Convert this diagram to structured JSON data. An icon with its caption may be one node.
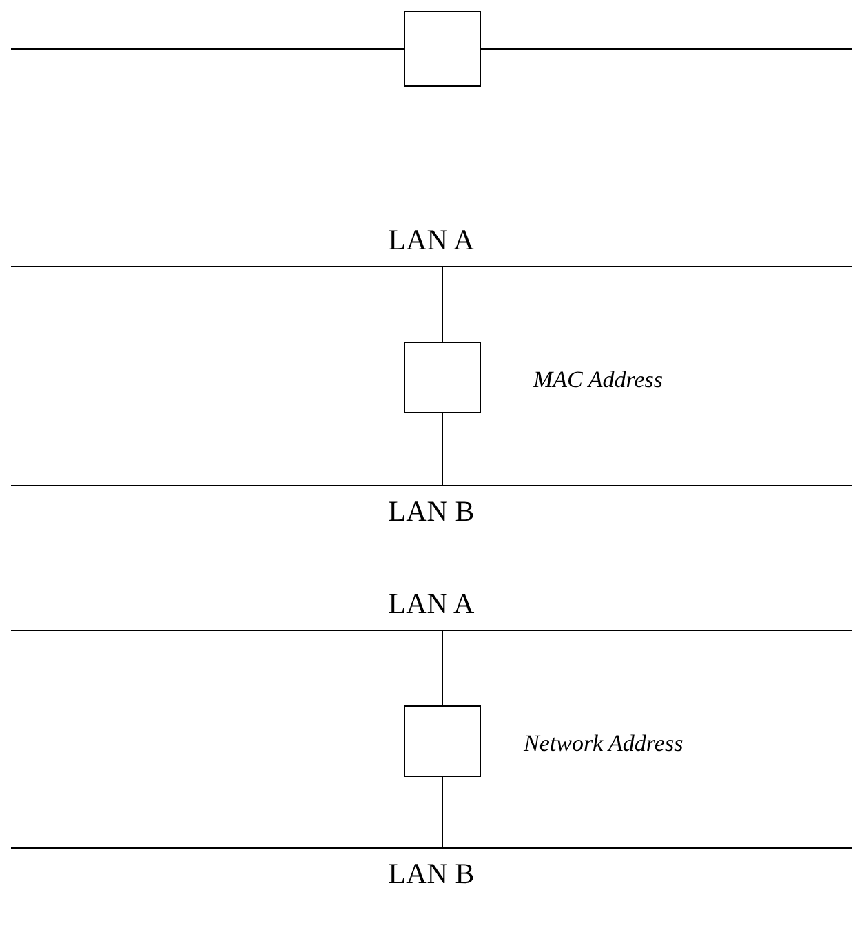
{
  "diagram": {
    "nodes": [
      {
        "text": [],
        "shape": "box"
      },
      {
        "text": [
          "LAN A"
        ]
      },
      {
        "text": [],
        "shape": "box",
        "beside": [
          "MAC Address"
        ]
      },
      {
        "text": [
          "LAN B"
        ]
      },
      {
        "text": [
          "LAN A"
        ]
      },
      {
        "text": [],
        "shape": "box",
        "beside": [
          "Network Address"
        ]
      },
      {
        "text": [
          "LAN B"
        ]
      }
    ],
    "edges": [
      {
        "from": null,
        "to": 0,
        "arrow": "none"
      },
      {
        "from": 0,
        "to": null,
        "arrow": "none"
      },
      {
        "from": 1,
        "to": 2,
        "arrow": "none"
      },
      {
        "from": 2,
        "to": 3,
        "arrow": "none"
      },
      {
        "from": 4,
        "to": 5,
        "arrow": "none"
      },
      {
        "from": 5,
        "to": 6,
        "arrow": "none"
      }
    ]
  }
}
